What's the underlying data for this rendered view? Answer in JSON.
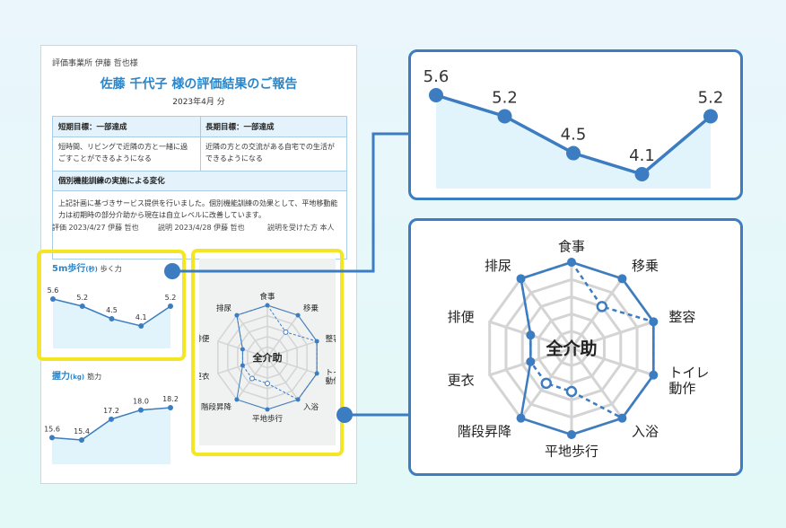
{
  "document": {
    "header": "評価事業所 伊藤 哲也様",
    "title": "佐藤 千代子 様の評価結果のご報告",
    "month": "2023年4月 分",
    "short_goal_label": "短期目標：一部達成",
    "short_goal_text": "短時間、リビングで近隣の方と一緒に過ごすことができるようになる",
    "long_goal_label": "長期目標：一部達成",
    "long_goal_text": "近隣の方との交流がある自宅での生活ができるようになる",
    "training_label": "個別機能訓練の実施による変化",
    "training_text": "上記計画に基づきサービス提供を行いました。個別機能訓練の効果として、平地移動能力は初期時の部分介助から現在は自立レベルに改善しています。",
    "footer_eval": "評価 2023/4/27 伊藤 哲也",
    "footer_explain": "説明 2023/4/28 伊藤 哲也",
    "footer_receiver": "説明を受けた方 本人"
  },
  "walk_panel": {
    "title": "5m歩行",
    "unit": "(秒)",
    "subtitle": "歩く力"
  },
  "grip_panel": {
    "title": "握力",
    "unit": "(kg)",
    "subtitle": "筋力"
  },
  "chart_data": [
    {
      "type": "line",
      "title": "5m歩行 (秒) 歩く力",
      "x": [
        1,
        2,
        3,
        4,
        5
      ],
      "values": [
        5.6,
        5.2,
        4.5,
        4.1,
        5.2
      ],
      "data_labels": [
        "5.6",
        "5.2",
        "4.5",
        "4.1",
        "5.2"
      ],
      "area_fill": true
    },
    {
      "type": "line",
      "title": "握力 (kg) 筋力",
      "x": [
        1,
        2,
        3,
        4,
        5
      ],
      "values": [
        15.6,
        15.4,
        17.2,
        18.0,
        18.2
      ],
      "data_labels": [
        "15.6",
        "15.4",
        "17.2",
        "18.0",
        "18.2"
      ],
      "area_fill": true
    },
    {
      "type": "radar",
      "center_label": "全介助",
      "axes": [
        "食事",
        "移乗",
        "整容",
        "トイレ動作",
        "入浴",
        "平地歩行",
        "階段昇降",
        "更衣",
        "排便",
        "排尿"
      ],
      "axes_display": [
        "食事",
        "移乗",
        "整容",
        "トイレ\n動作",
        "入浴",
        "平地歩行",
        "階段昇降",
        "更衣",
        "排便",
        "排尿"
      ],
      "series": [
        {
          "style": "solid",
          "values": [
            1.0,
            1.0,
            1.0,
            1.0,
            1.0,
            1.0,
            1.0,
            0.5,
            0.5,
            1.0
          ]
        },
        {
          "style": "dashed",
          "values": [
            1.0,
            0.6,
            1.0,
            1.0,
            1.0,
            0.5,
            0.5,
            0.5,
            0.5,
            1.0
          ]
        }
      ],
      "levels": 5
    }
  ],
  "colors": {
    "accent": "#2a86c9",
    "line": "#3c7cc0",
    "highlight": "#f5e625",
    "area": "#e1f3fb",
    "grid": "#d4d4d4"
  }
}
